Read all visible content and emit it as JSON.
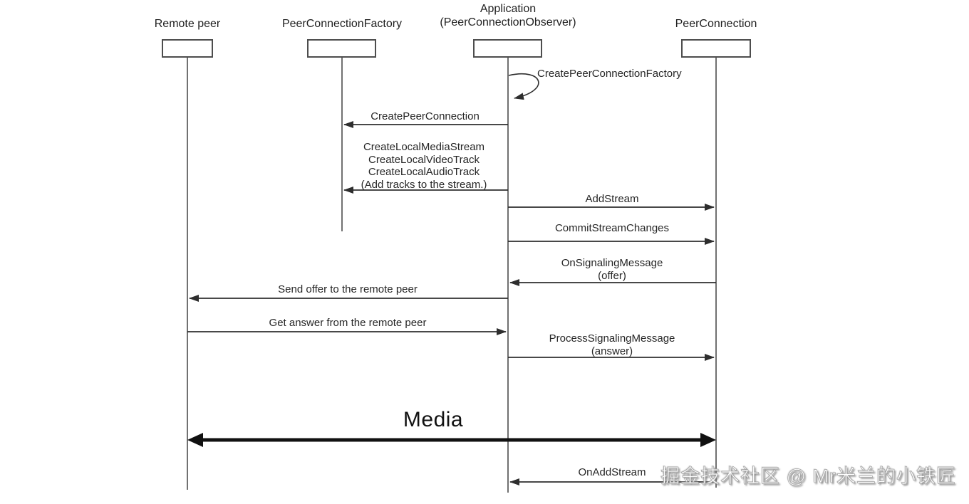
{
  "diagram": {
    "type": "sequence",
    "actors": [
      {
        "id": "remote-peer",
        "label": "Remote peer"
      },
      {
        "id": "peer-connection-factory",
        "label": "PeerConnectionFactory"
      },
      {
        "id": "application",
        "label": "Application",
        "sublabel": "(PeerConnectionObserver)"
      },
      {
        "id": "peer-connection",
        "label": "PeerConnection"
      }
    ],
    "messages": [
      {
        "label": "CreatePeerConnectionFactory",
        "from": "application",
        "to": "application",
        "kind": "self-call"
      },
      {
        "label": "CreatePeerConnection",
        "from": "application",
        "to": "peer-connection-factory",
        "kind": "call"
      },
      {
        "lines": [
          "CreateLocalMediaStream",
          "CreateLocalVideoTrack",
          "CreateLocalAudioTrack",
          "(Add tracks to the stream.)"
        ],
        "from": "application",
        "to": "peer-connection-factory",
        "kind": "call"
      },
      {
        "label": "AddStream",
        "from": "application",
        "to": "peer-connection",
        "kind": "call"
      },
      {
        "label": "CommitStreamChanges",
        "from": "application",
        "to": "peer-connection",
        "kind": "call"
      },
      {
        "label": "OnSignalingMessage",
        "sublabel": "(offer)",
        "from": "peer-connection",
        "to": "application",
        "kind": "call"
      },
      {
        "label": "Send offer to the remote peer",
        "from": "application",
        "to": "remote-peer",
        "kind": "call"
      },
      {
        "label": "Get answer from the remote peer",
        "from": "remote-peer",
        "to": "application",
        "kind": "call"
      },
      {
        "label": "ProcessSignalingMessage",
        "sublabel": "(answer)",
        "from": "application",
        "to": "peer-connection",
        "kind": "call"
      },
      {
        "label": "Media",
        "from": "remote-peer",
        "to": "peer-connection",
        "kind": "bidirectional-bold"
      },
      {
        "label": "OnAddStream",
        "from": "peer-connection",
        "to": "application",
        "kind": "call"
      }
    ]
  },
  "watermark": {
    "text": "掘金技术社区 @ Mr米兰的小铁匠"
  },
  "colors": {
    "background": "#ffffff",
    "line": "#4d4d4d",
    "arrow": "#2e2e2e",
    "text": "#262626",
    "bold_arrow": "#111111",
    "watermark_fill": "#ffffff",
    "watermark_shadow": "#9a9a9a"
  }
}
